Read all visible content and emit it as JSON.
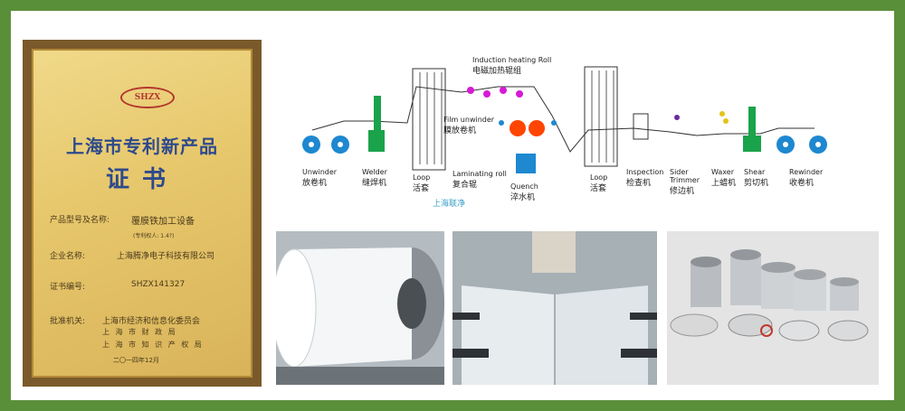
{
  "certificate": {
    "logo_text": "SHZX",
    "title": "上海市专利新产品",
    "subtitle": "证书",
    "fields": [
      {
        "label": "产品型号及名称:",
        "value": "覆膜铁加工设备"
      },
      {
        "label": "企业名称:",
        "value": "上海腾净电子科技有限公司"
      },
      {
        "label": "证书编号:",
        "value": "SHZX141327"
      },
      {
        "label": "批准机关:",
        "value": "上海市经济和信息化委员会"
      }
    ],
    "note": "(专利权人: 1.4?)",
    "authorities": [
      "上 海 市 财 政 局",
      "上 海 市 知 识 产 权 局"
    ],
    "date": "二〇一四年12月"
  },
  "diagram": {
    "labels": [
      {
        "en": "Induction heating Roll",
        "cn": "电磁加热辊组"
      },
      {
        "en": "Film unwinder",
        "cn": "膜放卷机"
      },
      {
        "en": "Unwinder",
        "cn": "放卷机"
      },
      {
        "en": "Welder",
        "cn": "缝焊机"
      },
      {
        "en": "Loop",
        "cn": "活套"
      },
      {
        "en": "Laminating roll",
        "cn": "复合辊"
      },
      {
        "en": "Quench",
        "cn": "淬水机"
      },
      {
        "en": "Loop",
        "cn": "活套"
      },
      {
        "en": "Inspection",
        "cn": "检查机"
      },
      {
        "en": "Sider Trimmer",
        "cn": "修边机"
      },
      {
        "en": "Waxer",
        "cn": "上蜡机"
      },
      {
        "en": "Shear",
        "cn": "剪切机"
      },
      {
        "en": "Rewinder",
        "cn": "收卷机"
      }
    ],
    "watermark": "上海联净"
  },
  "colors": {
    "frame": "#5a8f3a",
    "machine_blue": "#1e88d0",
    "machine_green": "#1aa34a",
    "roll_magenta": "#d61ad6",
    "roll_red": "#ff4500"
  }
}
